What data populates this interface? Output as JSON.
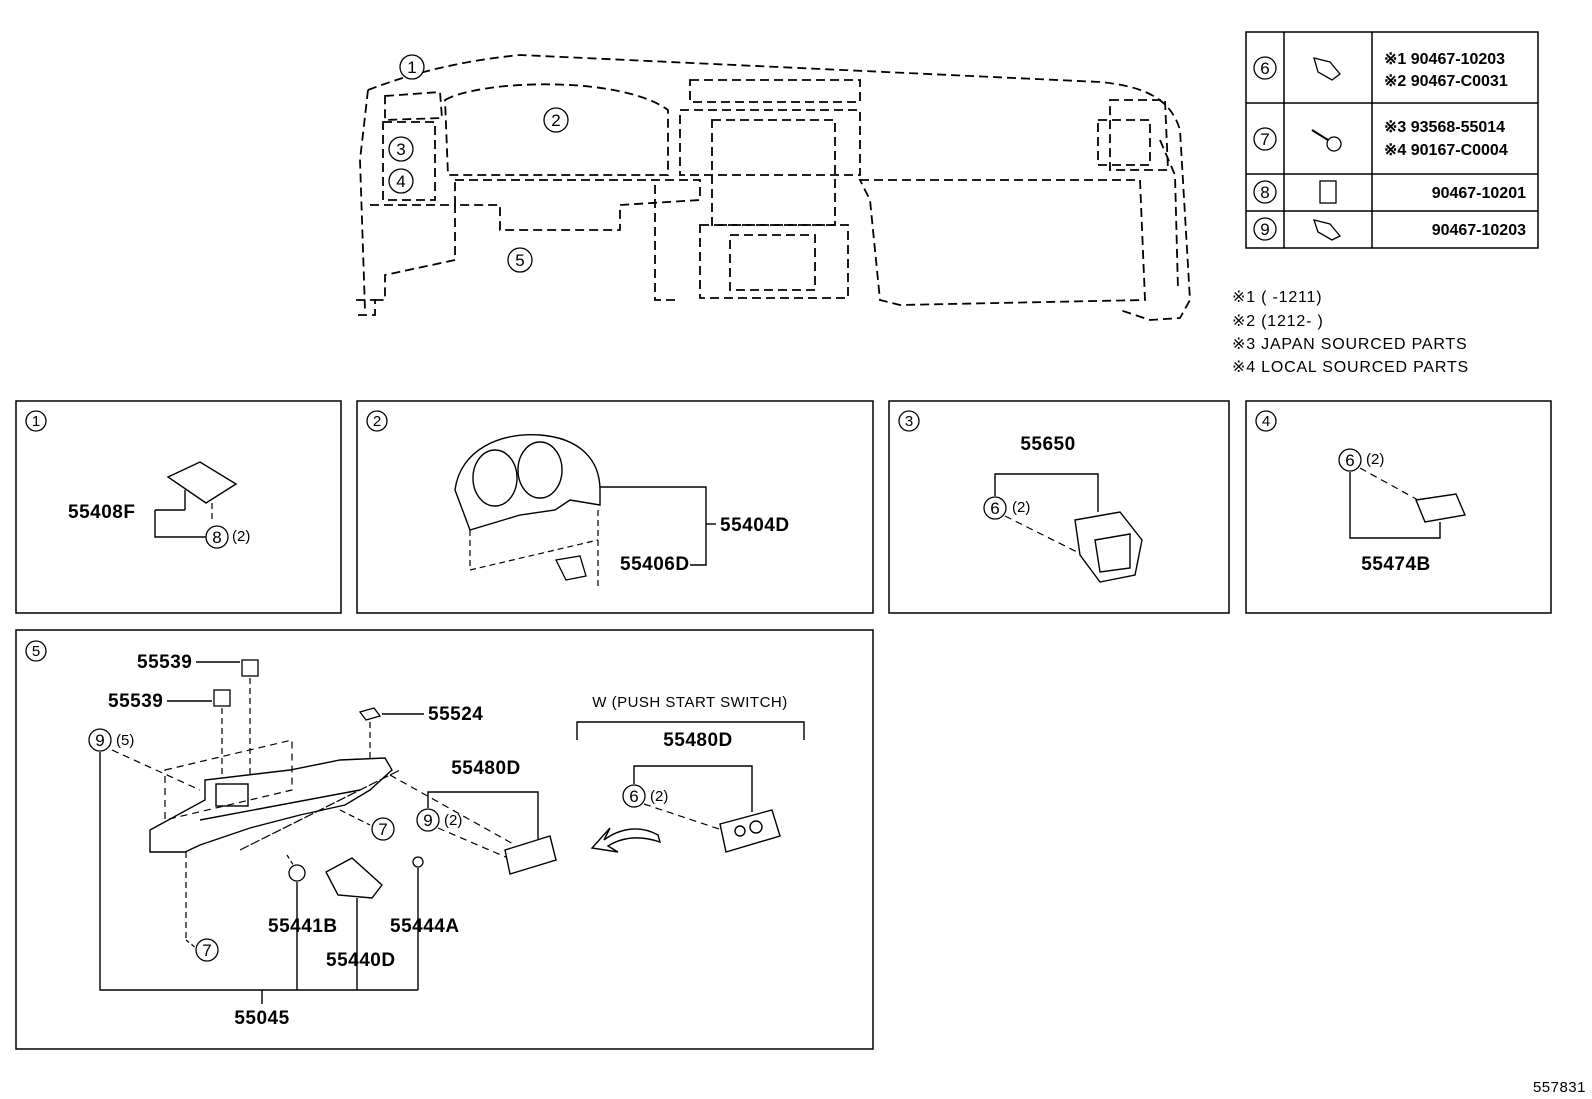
{
  "fasteners": [
    {
      "ref": "6",
      "part_lines": [
        "※1 90467-10203",
        "※2 90467-C0031"
      ]
    },
    {
      "ref": "7",
      "part_lines": [
        "※3 93568-55014",
        "※4 90167-C0004"
      ]
    },
    {
      "ref": "8",
      "part_lines": [
        "90467-10201"
      ]
    },
    {
      "ref": "9",
      "part_lines": [
        "90467-10203"
      ]
    }
  ],
  "notes": [
    "※1 (    -1211)",
    "※2 (1212-    )",
    "※3 JAPAN SOURCED PARTS",
    "※4 LOCAL SOURCED PARTS"
  ],
  "overview": {
    "callouts": [
      "1",
      "2",
      "3",
      "4",
      "5"
    ]
  },
  "panel1": {
    "id": "1",
    "part": "55408F",
    "clip_ref": "8",
    "clip_qty": "(2)"
  },
  "panel2": {
    "id": "2",
    "parts": [
      "55404D",
      "55406D"
    ]
  },
  "panel3": {
    "id": "3",
    "part": "55650",
    "clip_ref": "6",
    "clip_qty": "(2)"
  },
  "panel4": {
    "id": "4",
    "part": "55474B",
    "clip_ref": "6",
    "clip_qty": "(2)"
  },
  "panel5": {
    "id": "5",
    "parts": {
      "p55539a": "55539",
      "p55539b": "55539",
      "p55524": "55524",
      "p55480D": "55480D",
      "p55441B": "55441B",
      "p55440D": "55440D",
      "p55444A": "55444A",
      "p55045": "55045"
    },
    "clip9_ref": "9",
    "clip9_qty": "(5)",
    "clip9b_ref": "9",
    "clip9b_qty": "(2)",
    "screw_ref": "7",
    "screw2_ref": "7",
    "variant_label": "W (PUSH  START  SWITCH)",
    "variant_part": "55480D",
    "variant_clip_ref": "6",
    "variant_clip_qty": "(2)"
  },
  "sheet_number": "557831"
}
